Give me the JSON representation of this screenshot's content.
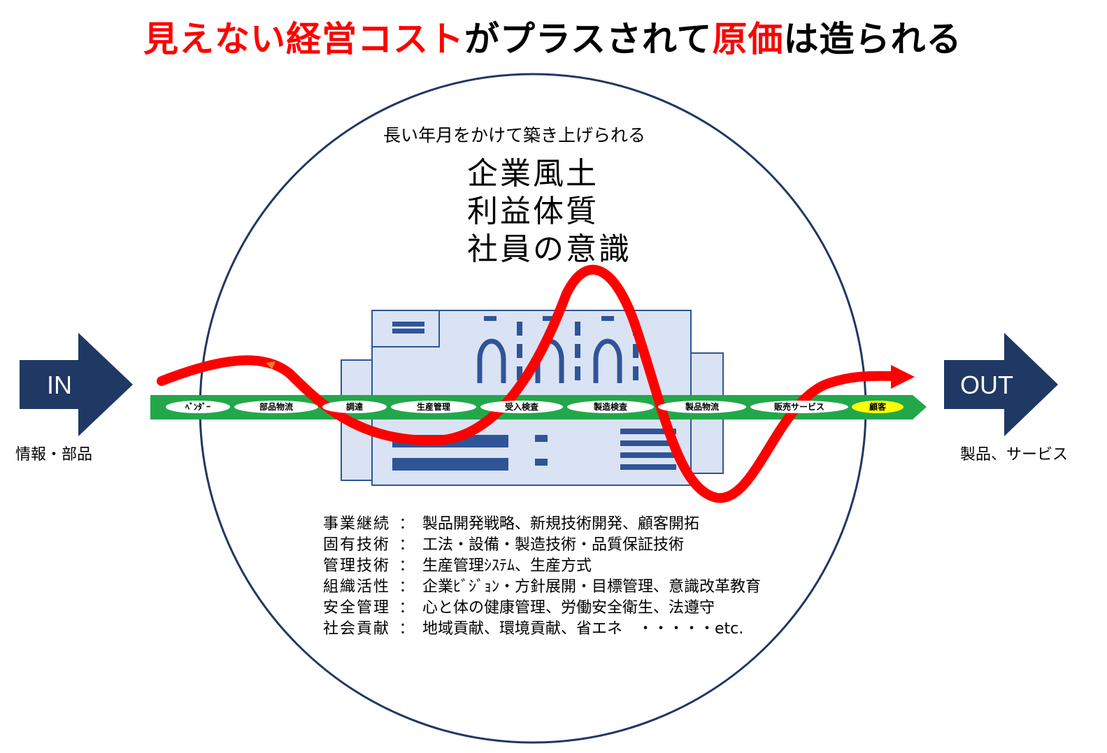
{
  "title": {
    "part1": "見えない経営コスト",
    "part2": "がプラスされて",
    "part3": "原価",
    "part4": "は造られる"
  },
  "input": {
    "arrow_label": "IN",
    "caption": "情報・部品"
  },
  "output": {
    "arrow_label": "OUT",
    "caption": "製品、サービス"
  },
  "culture": {
    "subtitle": "長い年月をかけて築き上げられる",
    "lines": [
      "企業風土",
      "利益体質",
      "社員の意識"
    ]
  },
  "process_chain": [
    "ﾍﾞﾝﾀﾞｰ",
    "部品物流",
    "調達",
    "生産管理",
    "受入検査",
    "製造検査",
    "製品物流",
    "販売サービス",
    "顧客"
  ],
  "factors": [
    {
      "key": "事業継続",
      "sep": "：",
      "value": "製品開発戦略、新規技術開発、顧客開拓"
    },
    {
      "key": "固有技術",
      "sep": "：",
      "value": "工法・設備・製造技術・品質保証技術"
    },
    {
      "key": "管理技術",
      "sep": "：",
      "value": "生産管理ｼｽﾃﾑ、生産方式"
    },
    {
      "key": "組織活性",
      "sep": "：",
      "value": "企業ﾋﾞｼﾞｮﾝ・方針展開・目標管理、意識改革教育"
    },
    {
      "key": "安全管理",
      "sep": "：",
      "value": "心と体の健康管理、労働安全衛生、法遵守"
    },
    {
      "key": "社会貢献",
      "sep": "：",
      "value": "地域貢献、環境貢献、省エネ　・・・・・etc."
    }
  ],
  "colors": {
    "highlight_red": "#ff0000",
    "arrow_navy": "#1f3864",
    "chain_green": "#22a84a",
    "factory_fill": "#dae3f3",
    "factory_stroke": "#2f5597",
    "customer_yellow": "#ffff00"
  }
}
